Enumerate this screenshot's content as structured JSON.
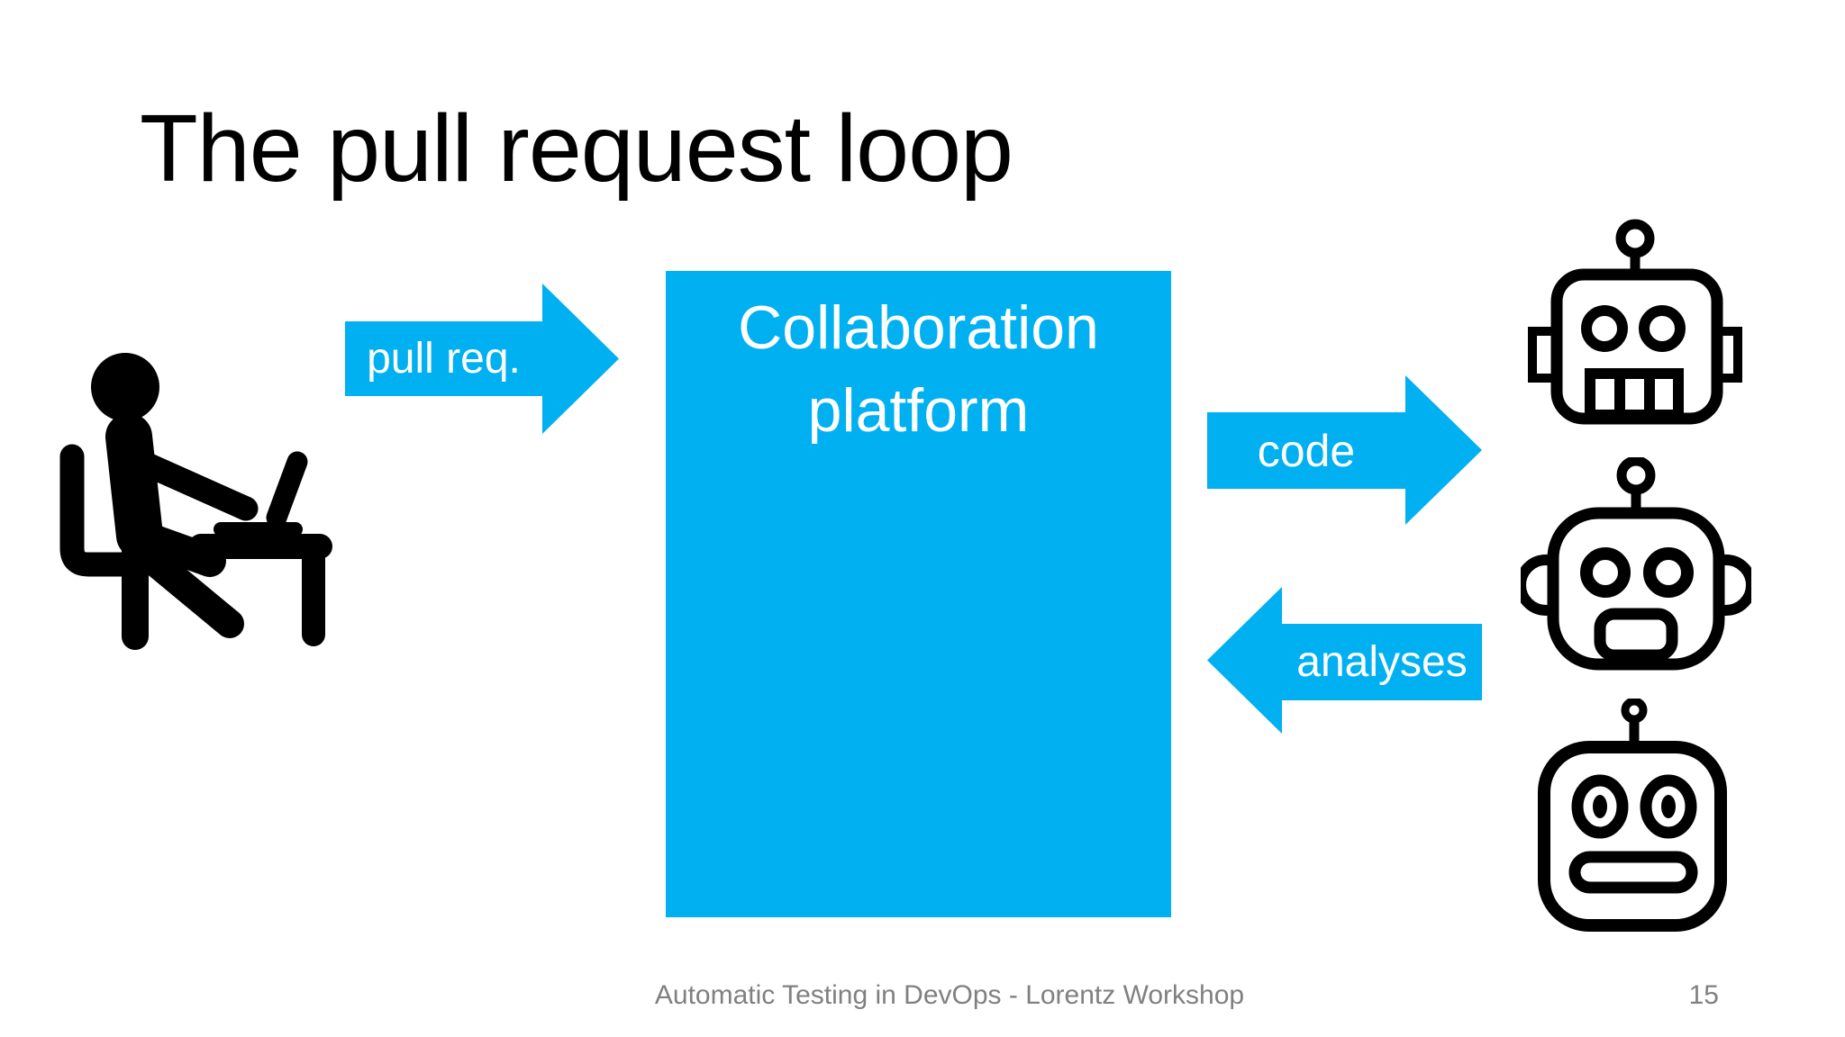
{
  "slide": {
    "title": "The pull request loop",
    "footer": "Automatic Testing in DevOps - Lorentz Workshop",
    "page_number": "15"
  },
  "diagram": {
    "actor_icon": "person-at-desk-with-laptop-icon",
    "platform_label": "Collaboration platform",
    "arrows": [
      {
        "label": "pull req.",
        "direction": "right",
        "from": "developer",
        "to": "collaboration-platform"
      },
      {
        "label": "code",
        "direction": "right",
        "from": "collaboration-platform",
        "to": "bots"
      },
      {
        "label": "analyses",
        "direction": "left",
        "from": "bots",
        "to": "collaboration-platform"
      }
    ],
    "bot_icons": [
      "robot-grille-mouth-icon",
      "robot-round-ears-icon",
      "robot-flat-mouth-icon"
    ]
  },
  "colors": {
    "accent_blue": "#00B0F0",
    "text_black": "#000000",
    "footer_gray": "#808080",
    "white": "#FFFFFF"
  }
}
